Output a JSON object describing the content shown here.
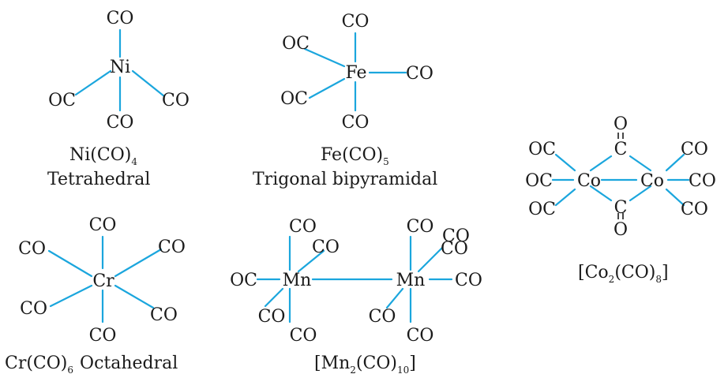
{
  "molecules": {
    "ni": {
      "metal": "Ni",
      "ligand": "CO",
      "ligand_left": "OC",
      "formula": "Ni(CO)",
      "formula_sub": "4",
      "geometry": "Tetrahedral"
    },
    "fe": {
      "metal": "Fe",
      "ligand": "CO",
      "ligand_left": "OC",
      "formula": "Fe(CO)",
      "formula_sub": "5",
      "geometry": "Trigonal bipyramidal"
    },
    "cr": {
      "metal": "Cr",
      "ligand": "CO",
      "formula": "Cr(CO)",
      "formula_sub": "6",
      "geometry": "Octahedral"
    },
    "mn": {
      "metal": "Mn",
      "ligand": "CO",
      "ligand_left": "OC",
      "formula_open": "[Mn",
      "formula_sub1": "2",
      "formula_mid": "(CO)",
      "formula_sub2": "10",
      "formula_close": "]"
    },
    "co": {
      "metal": "Co",
      "ligand": "CO",
      "ligand_left": "OC",
      "bridge_o": "O",
      "bridge_c": "C",
      "formula_open": "[Co",
      "formula_sub1": "2",
      "formula_mid": "(CO)",
      "formula_sub2": "8",
      "formula_close": "]"
    }
  },
  "colors": {
    "bond": "#1ba6dd",
    "text": "#1a1a1a"
  }
}
